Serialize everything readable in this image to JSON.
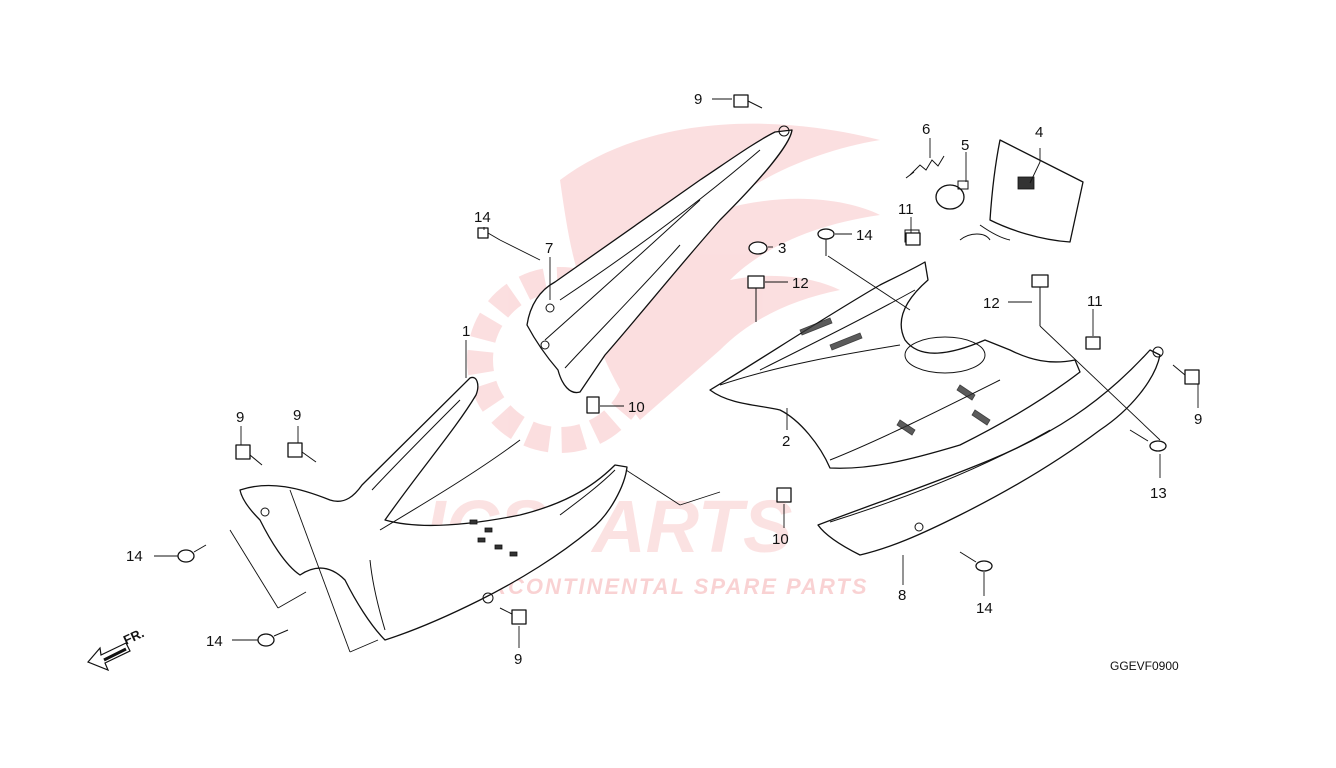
{
  "watermark": {
    "brand": "ICSPARTS",
    "tagline": "INTERCONTINENTAL SPARE PARTS",
    "color": "#e8393d"
  },
  "diagram_code": "GGEVF0900",
  "direction_marker": "FR.",
  "callouts": [
    {
      "id": "c-1",
      "text": "1"
    },
    {
      "id": "c-2",
      "text": "2"
    },
    {
      "id": "c-3",
      "text": "3"
    },
    {
      "id": "c-4",
      "text": "4"
    },
    {
      "id": "c-5",
      "text": "5"
    },
    {
      "id": "c-6",
      "text": "6"
    },
    {
      "id": "c-7",
      "text": "7"
    },
    {
      "id": "c-8",
      "text": "8"
    },
    {
      "id": "c-9a",
      "text": "9"
    },
    {
      "id": "c-9b",
      "text": "9"
    },
    {
      "id": "c-9c",
      "text": "9"
    },
    {
      "id": "c-9d",
      "text": "9"
    },
    {
      "id": "c-9e",
      "text": "9"
    },
    {
      "id": "c-10a",
      "text": "10"
    },
    {
      "id": "c-10b",
      "text": "10"
    },
    {
      "id": "c-11a",
      "text": "11"
    },
    {
      "id": "c-11b",
      "text": "11"
    },
    {
      "id": "c-12a",
      "text": "12"
    },
    {
      "id": "c-12b",
      "text": "12"
    },
    {
      "id": "c-13",
      "text": "13"
    },
    {
      "id": "c-14a",
      "text": "14"
    },
    {
      "id": "c-14b",
      "text": "14"
    },
    {
      "id": "c-14c",
      "text": "14"
    },
    {
      "id": "c-14d",
      "text": "14"
    },
    {
      "id": "c-14e",
      "text": "14"
    }
  ]
}
